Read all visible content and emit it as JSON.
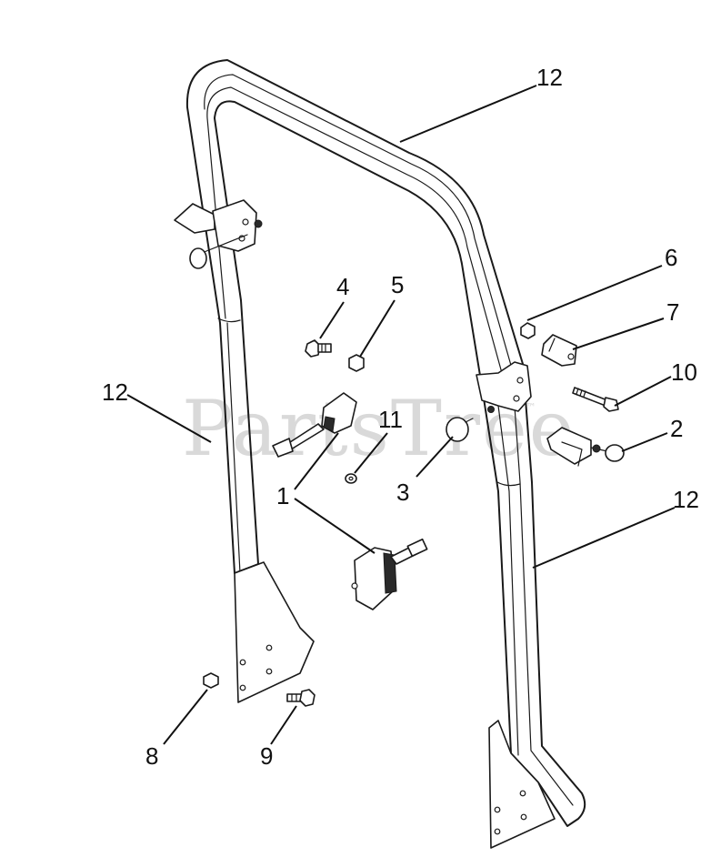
{
  "watermark": {
    "text": "PartsTree",
    "trademark": "™"
  },
  "callouts": [
    {
      "id": "c12-top",
      "label": "12"
    },
    {
      "id": "c6",
      "label": "6"
    },
    {
      "id": "c7",
      "label": "7"
    },
    {
      "id": "c10",
      "label": "10"
    },
    {
      "id": "c2",
      "label": "2"
    },
    {
      "id": "c12-right",
      "label": "12"
    },
    {
      "id": "c4",
      "label": "4"
    },
    {
      "id": "c5",
      "label": "5"
    },
    {
      "id": "c12-left",
      "label": "12"
    },
    {
      "id": "c11",
      "label": "11"
    },
    {
      "id": "c3",
      "label": "3"
    },
    {
      "id": "c1",
      "label": "1"
    },
    {
      "id": "c8",
      "label": "8"
    },
    {
      "id": "c9",
      "label": "9"
    }
  ]
}
